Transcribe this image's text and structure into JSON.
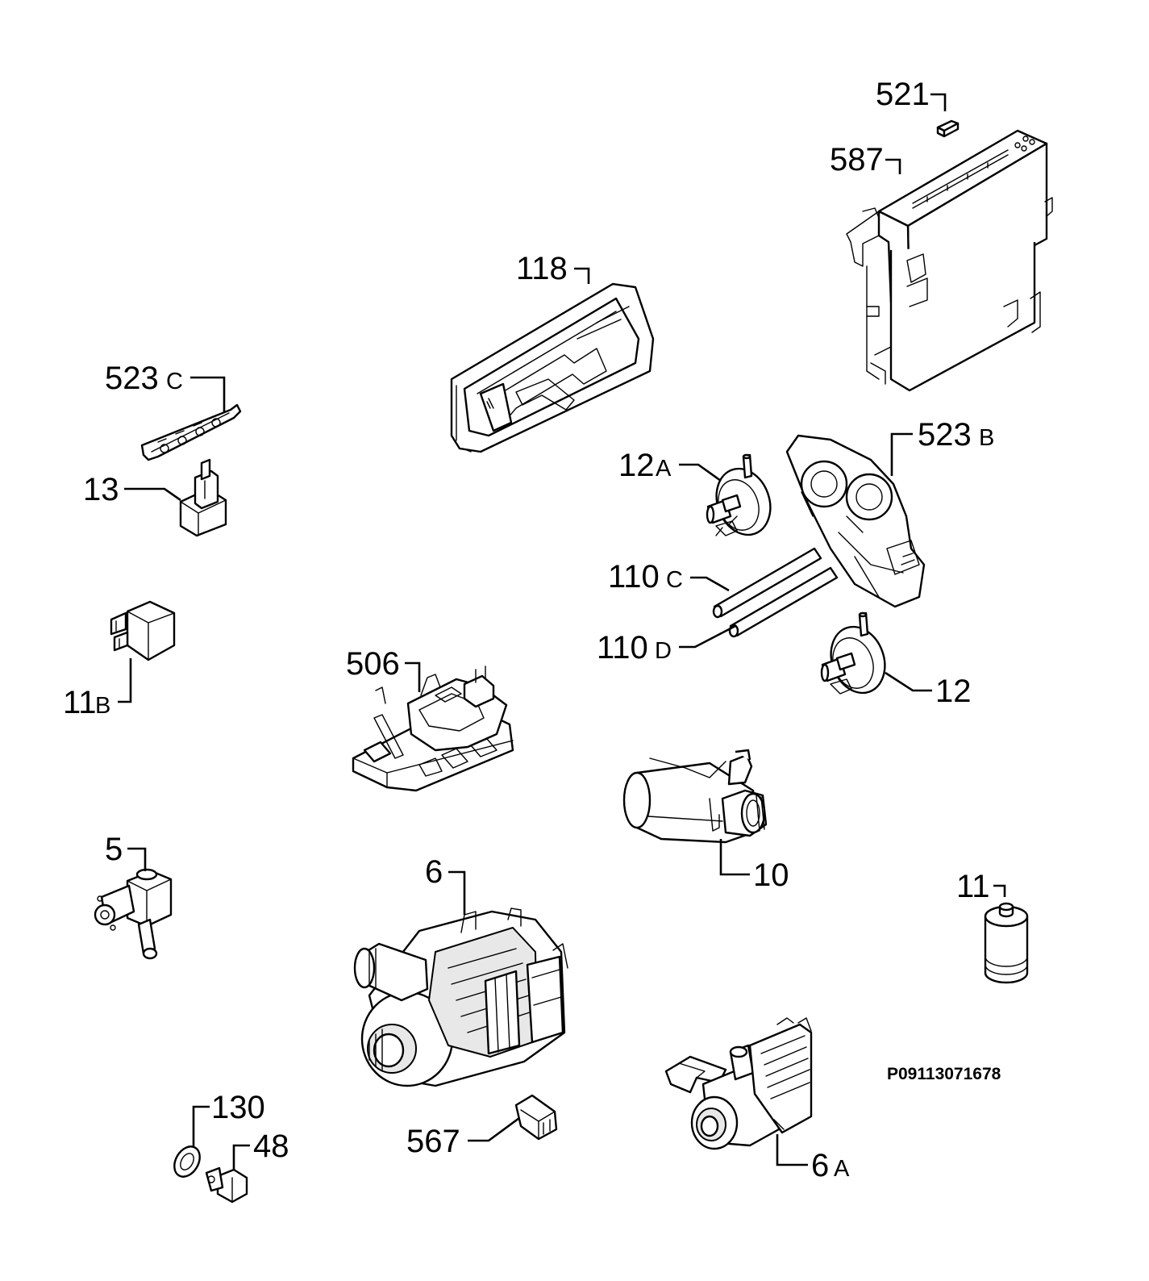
{
  "drawing_code": "P09113071678",
  "parts": [
    {
      "id": "p521",
      "number": "521",
      "suffix": ""
    },
    {
      "id": "p587",
      "number": "587",
      "suffix": ""
    },
    {
      "id": "p118",
      "number": "118",
      "suffix": ""
    },
    {
      "id": "p523c",
      "number": "523",
      "suffix": "C"
    },
    {
      "id": "p523b",
      "number": "523",
      "suffix": "B"
    },
    {
      "id": "p13",
      "number": "13",
      "suffix": ""
    },
    {
      "id": "p12a",
      "number": "12",
      "suffix": "A"
    },
    {
      "id": "p110c",
      "number": "110",
      "suffix": "C"
    },
    {
      "id": "p110d",
      "number": "110",
      "suffix": "D"
    },
    {
      "id": "p11b",
      "number": "11",
      "suffix": "B"
    },
    {
      "id": "p12",
      "number": "12",
      "suffix": ""
    },
    {
      "id": "p506",
      "number": "506",
      "suffix": ""
    },
    {
      "id": "p10",
      "number": "10",
      "suffix": ""
    },
    {
      "id": "p5",
      "number": "5",
      "suffix": ""
    },
    {
      "id": "p6",
      "number": "6",
      "suffix": ""
    },
    {
      "id": "p11",
      "number": "11",
      "suffix": ""
    },
    {
      "id": "p130",
      "number": "130",
      "suffix": ""
    },
    {
      "id": "p48",
      "number": "48",
      "suffix": ""
    },
    {
      "id": "p567",
      "number": "567",
      "suffix": ""
    },
    {
      "id": "p6a",
      "number": "6",
      "suffix": "A"
    }
  ]
}
